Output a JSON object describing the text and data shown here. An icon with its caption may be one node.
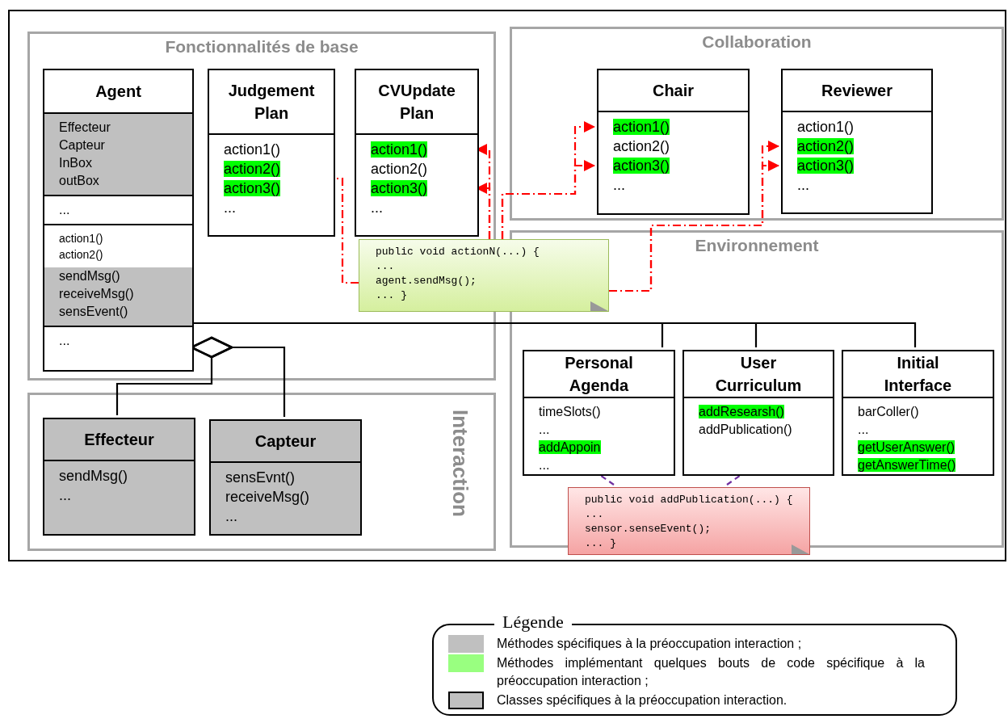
{
  "diagram": {
    "nodes": [
      {
        "text": [
          "Fonctionnalités de base"
        ]
      },
      {
        "text": [
          "Agent",
          "Effecteur",
          "Capteur",
          "InBox",
          "outBox",
          "...",
          "action1()",
          "action2()",
          "sendMsg()",
          "receiveMsg()",
          "sensEvent()",
          "..."
        ],
        "in": 0
      },
      {
        "text": [
          "Judgement Plan",
          "action1()",
          "action2()",
          "action3()",
          "..."
        ],
        "in": 0
      },
      {
        "text": [
          "CVUpdate Plan",
          "action1()",
          "action2()",
          "action3()",
          "..."
        ],
        "in": 0
      },
      {
        "text": [
          "Collaboration"
        ]
      },
      {
        "text": [
          "Chair",
          "action1()",
          "action2()",
          "action3()",
          "..."
        ],
        "in": 4
      },
      {
        "text": [
          "Reviewer",
          "action1()",
          "action2()",
          "action3()",
          "..."
        ],
        "in": 4
      },
      {
        "text": [
          "Environnement"
        ]
      },
      {
        "text": [
          "Personal Agenda",
          "timeSlots()",
          "...",
          "addAppoin",
          "..."
        ],
        "in": 7
      },
      {
        "text": [
          "User Curriculum",
          "addResearsh()",
          "addPublication()"
        ],
        "in": 7
      },
      {
        "text": [
          "Initial Interface",
          "barColler()",
          "...",
          "getUserAnswer()",
          "getAnswerTime()"
        ],
        "in": 7
      },
      {
        "text": [
          "Interaction"
        ]
      },
      {
        "text": [
          "Effecteur",
          "sendMsg()",
          "..."
        ],
        "in": 11
      },
      {
        "text": [
          "Capteur",
          "sensEvnt()",
          "receiveMsg()",
          "..."
        ],
        "in": 11
      },
      {
        "text": [
          "public void actionN(...) {",
          "...",
          "agent.sendMsg();",
          "... }"
        ]
      },
      {
        "text": [
          "public void addPublication(...) {",
          "...",
          "sensor.senseEvent();",
          "... }"
        ],
        "in": 7
      }
    ],
    "edges": [
      {
        "from": 14,
        "to": 2,
        "arrow": "none",
        "style": "dashed",
        "color": "#ff0000"
      },
      {
        "from": 14,
        "to": 3,
        "arrow": "to",
        "style": "dashed",
        "color": "#ff0000"
      },
      {
        "from": 14,
        "to": 3,
        "arrow": "to",
        "style": "dashed",
        "color": "#ff0000"
      },
      {
        "from": 14,
        "to": 5,
        "arrow": "to",
        "style": "dashed",
        "color": "#ff0000"
      },
      {
        "from": 14,
        "to": 5,
        "arrow": "to",
        "style": "dashed",
        "color": "#ff0000"
      },
      {
        "from": 14,
        "to": 6,
        "arrow": "to",
        "style": "dashed",
        "color": "#ff0000"
      },
      {
        "from": 14,
        "to": 6,
        "arrow": "to",
        "style": "dashed",
        "color": "#ff0000"
      },
      {
        "from": 1,
        "to": 8,
        "arrow": "none",
        "color": "#000000"
      },
      {
        "from": 1,
        "to": 9,
        "arrow": "none",
        "color": "#000000"
      },
      {
        "from": 1,
        "to": 10,
        "arrow": "none",
        "color": "#000000"
      },
      {
        "from": 1,
        "to": 12,
        "arrow": "other",
        "color": "#000000"
      },
      {
        "from": 1,
        "to": 13,
        "arrow": "other",
        "color": "#000000"
      },
      {
        "from": 15,
        "to": 9,
        "arrow": "none",
        "style": "dashed",
        "color": "#7030a0"
      },
      {
        "from": 15,
        "to": 8,
        "arrow": "none",
        "style": "dashed",
        "color": "#7030a0"
      }
    ],
    "labels": [
      "Légende"
    ],
    "legend": [
      {
        "text": "Méthodes spécifiques à la préoccupation interaction ;",
        "color": "#c0c0c0"
      },
      {
        "text": "Méthodes implémentant quelques bouts de code spécifique à la préoccupation interaction ;",
        "color": "#99ff80"
      },
      {
        "text": "Classes spécifiques à la préoccupation interaction."
      }
    ]
  }
}
